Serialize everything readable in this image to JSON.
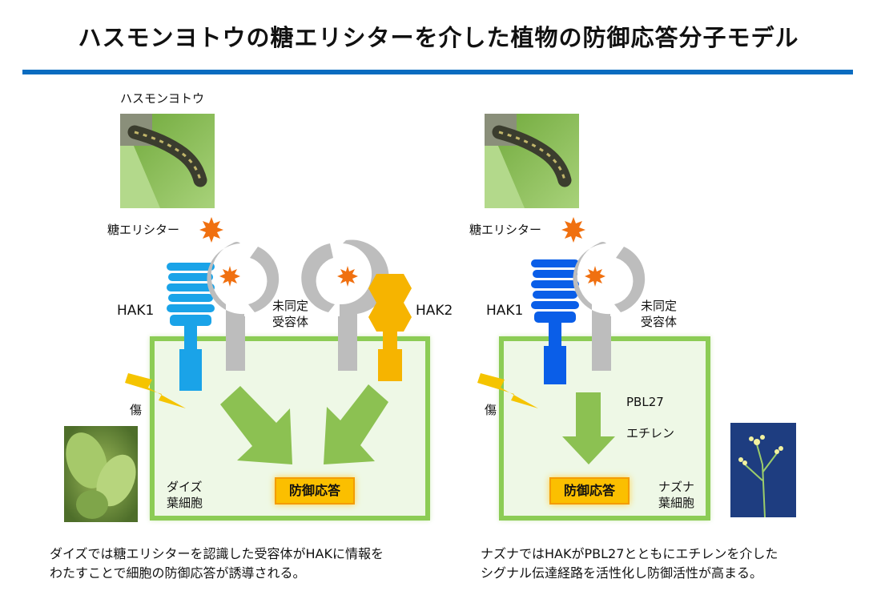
{
  "title": "ハスモンヨトウの糖エリシターを介した植物の防御応答分子モデル",
  "left_panel": {
    "insect_label": "ハスモンヨトウ",
    "elicitor_label": "糖エリシター",
    "hak1_label": "HAK1",
    "hak2_label": "HAK2",
    "unknown_receptor_label": "未同定\n受容体",
    "wound_label": "傷",
    "cell_label": "ダイズ\n葉細胞",
    "response_label": "防御応答",
    "caption": "ダイズでは糖エリシターを認識した受容体がHAKに情報を\nわたすことで細胞の防御応答が誘導される。"
  },
  "right_panel": {
    "elicitor_label": "糖エリシター",
    "hak1_label": "HAK1",
    "unknown_receptor_label": "未同定\n受容体",
    "wound_label": "傷",
    "pbl27_label": "PBL27",
    "ethylene_label": "エチレン",
    "cell_label": "ナズナ\n葉細胞",
    "response_label": "防御応答",
    "caption": "ナズナではHAKがPBL27とともにエチレンを介した\nシグナル伝達経路を活性化し防御活性が高まる。"
  },
  "colors": {
    "accent_rule": "#0a6cc0",
    "cell_border": "#8ccc55",
    "cell_fill": "#eef8e6",
    "arrow": "#8cc152",
    "hak1_left": "#1aa3e8",
    "hak1_right": "#0a5ee8",
    "hak2": "#f6b400",
    "receptor": "#bdbdbd",
    "elicitor": "#f07010",
    "lightning": "#f5c400",
    "response": "#fbbf00"
  }
}
